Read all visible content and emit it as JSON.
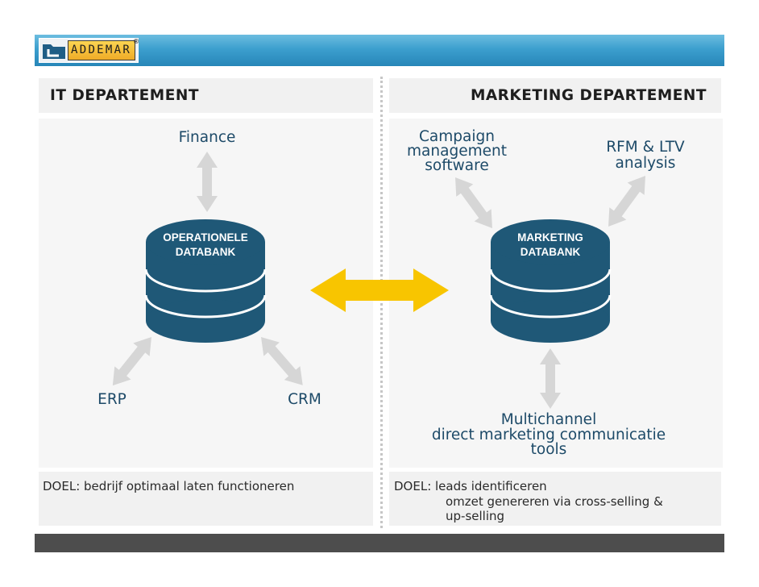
{
  "header": {
    "logo_text": "ADDEMAR",
    "logo_mark": "®"
  },
  "left_panel": {
    "title": "IT DEPARTEMENT",
    "database_label": [
      "OPERATIONELE",
      "DATABANK"
    ],
    "nodes": {
      "top": "Finance",
      "bottom_left": "ERP",
      "bottom_right": "CRM"
    },
    "goal": "DOEL: bedrijf optimaal laten functioneren"
  },
  "right_panel": {
    "title": "MARKETING DEPARTEMENT",
    "database_label": [
      "MARKETING",
      "DATABANK"
    ],
    "nodes": {
      "top_left": [
        "Campaign",
        "management",
        "software"
      ],
      "top_right": [
        "RFM & LTV",
        "analysis"
      ],
      "bottom": [
        "Multichannel",
        "direct marketing communicatie",
        "tools"
      ]
    },
    "goal_lines": [
      "DOEL: leads identificeren",
      "omzet genereren via cross-selling &",
      "up-selling"
    ]
  },
  "icons": {
    "logo": "addemar-logo-icon",
    "database": "database-cylinder-icon",
    "connector": "double-arrow-icon"
  },
  "colors": {
    "header_bar": "#3c9fce",
    "logo_background": "#efab27",
    "database": "#1f5877",
    "connector_arrow": "#d6d6d6",
    "link_arrow": "#f8c500",
    "label_text": "#1d4a68",
    "footer_bar": "#4d4d4d"
  }
}
